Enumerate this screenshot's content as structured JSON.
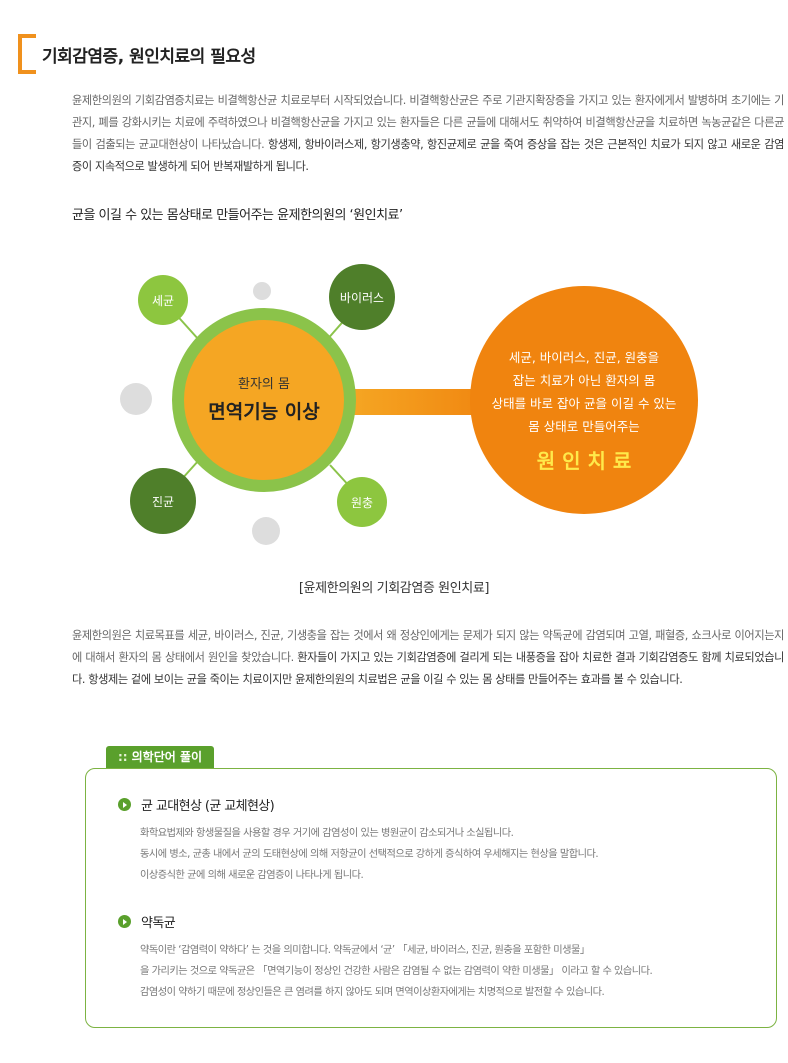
{
  "page": {
    "title": "기회감염증, 원인치료의 필요성"
  },
  "intro": {
    "text": "윤제한의원의 기회감염증치료는 비결핵항산균 치료로부터 시작되었습니다. 비결핵항산균은 주로 기관지확장증을 가지고 있는 환자에게서 발병하며 초기에는 기관지, 폐를 강화시키는 치료에 주력하였으나 비결핵항산균을 가지고 있는 환자들은 다른 균들에 대해서도 취약하여 비결핵항산균을 치료하면 녹농균같은 다른균들이 검출되는 균교대현상이 나타났습니다.",
    "text_dark": " 항생제, 항바이러스제, 항기생충약, 항진균제로 균을 죽여 증상을 잡는 것은 근본적인 치료가 되지 않고 새로운 감염증이 지속적으로 발생하게 되어 반복재발하게 됩니다."
  },
  "subheading": "균을 이길 수 있는 몸상태로 만들어주는 윤제한의원의 ‘원인치료’",
  "diagram": {
    "center_top": "환자의 몸",
    "center_main": "면역기능 이상",
    "satellites": [
      "세균",
      "바이러스",
      "진균",
      "원충"
    ],
    "right_lines": [
      "세균, 바이러스, 진균, 원충을",
      "잡는 치료가 아닌 환자의 몸",
      "상태를 바로 잡아 균을 이길 수 있는",
      "몸 상태로 만들어주는"
    ],
    "right_emphasis": "원 인 치 료",
    "caption": "[윤제한의원의 기회감염증 원인치료]",
    "colors": {
      "dark_green": "#4f7f2a",
      "light_green": "#8dc63f",
      "ring_green": "#8bc34a",
      "center_orange": "#f5a623",
      "big_orange": "#f0840f",
      "emphasis": "#ffe94a",
      "gray_dot": "#dddddd"
    }
  },
  "second_para": {
    "text": "윤제한의원은 치료목표를 세균, 바이러스, 진균, 기생충을 잡는 것에서 왜 정상인에게는 문제가 되지 않는 약독균에 감염되며 고열, 패혈증, 쇼크사로 이어지는지에 대해서 환자의 몸 상태에서 원인을 찾았습니다.",
    "text_dark": " 환자들이 가지고 있는 기회감염증에 걸리게 되는 내풍증을 잡아 치료한 결과 기회감염증도 함께 치료되었습니다. 항생제는 겉에 보이는 균을 죽이는 치료이지만 윤제한의원의 치료법은 균을 이길 수 있는 몸 상태를 만들어주는 효과를 볼 수 있습니다."
  },
  "glossary": {
    "tab_dots": "::",
    "tab_label": "의학단어 풀이",
    "terms": [
      {
        "title": "균 교대현상 (균 교체현상)",
        "lines": [
          "화학요법제와 항생물질을 사용할 경우 거기에 감염성이 있는 병원균이 감소되거나 소실됩니다.",
          "동시에 병소, 균총 내에서 균의 도태현상에 의해 저항균이 선택적으로 강하게 증식하여 우세해지는 현상을 말합니다.",
          "이상증식한 균에 의해 새로운 감염증이 나타나게 됩니다."
        ]
      },
      {
        "title": "약독균",
        "lines": [
          "약독이란 ‘감염력이 약하다’ 는 것을 의미합니다. 약독균에서 ‘균’ 「세균, 바이러스, 진균, 원충을 포함한 미생물」",
          "을 가리키는 것으로 약독균은 「면역기능이 정상인 건강한 사람은 감염될 수 없는 감염력이 약한 미생물」 이라고 할 수 있습니다.",
          "감염성이 약하기 때문에 정상인들은 큰 염려를 하지 않아도 되며 면역이상환자에게는 치명적으로 발전할 수 있습니다."
        ]
      }
    ]
  }
}
